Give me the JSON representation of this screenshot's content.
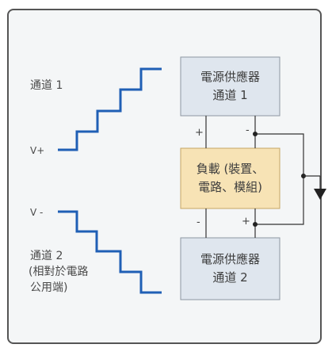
{
  "left_labels": {
    "ch1": "通道 1",
    "v_plus": "V+",
    "v_minus": "V -",
    "ch2_line1": "通道 2",
    "ch2_line2": "(相對於電路",
    "ch2_line3": "公用端)"
  },
  "boxes": {
    "psu1_line1": "電源供應器",
    "psu1_line2": "通道 1",
    "load_line1": "負載 (裝置、",
    "load_line2": "電路、模組)",
    "psu2_line1": "電源供應器",
    "psu2_line2": "通道 2"
  },
  "terminals": {
    "top_plus": "+",
    "top_minus": "-",
    "bottom_minus": "-",
    "bottom_plus": "+"
  },
  "colors": {
    "staircase": "#1f5fb5",
    "psu_box": "#dfe6ee",
    "load_box": "#f7e3b5",
    "wire": "#222222"
  }
}
